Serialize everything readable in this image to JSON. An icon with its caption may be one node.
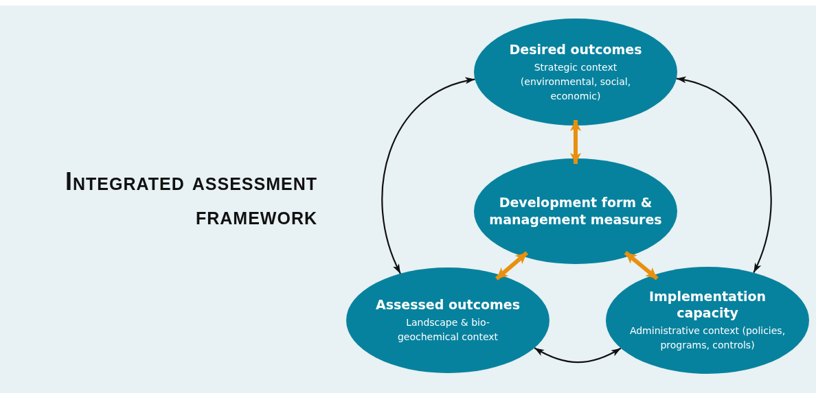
{
  "diagram": {
    "title": "Integrated assessment framework",
    "nodes": [
      {
        "text": [
          "Desired outcomes",
          "Strategic context (environmental, social, economic)"
        ]
      },
      {
        "text": [
          "Development form & management measures"
        ]
      },
      {
        "text": [
          "Assessed outcomes",
          "Landscape & bio-geochemical context"
        ]
      },
      {
        "text": [
          "Implementation capacity",
          "Administrative context (policies, programs, controls)"
        ]
      }
    ],
    "edges": [
      {
        "from": 0,
        "to": 2,
        "arrow": "both"
      },
      {
        "from": 0,
        "to": 3,
        "arrow": "both"
      },
      {
        "from": 2,
        "to": 3,
        "arrow": "both"
      },
      {
        "from": 0,
        "to": 1,
        "arrow": "both",
        "style": "thick",
        "color": "#e8900f"
      },
      {
        "from": 1,
        "to": 2,
        "arrow": "both",
        "style": "thick",
        "color": "#e8900f"
      },
      {
        "from": 1,
        "to": 3,
        "arrow": "both",
        "style": "thick",
        "color": "#e8900f"
      }
    ]
  }
}
